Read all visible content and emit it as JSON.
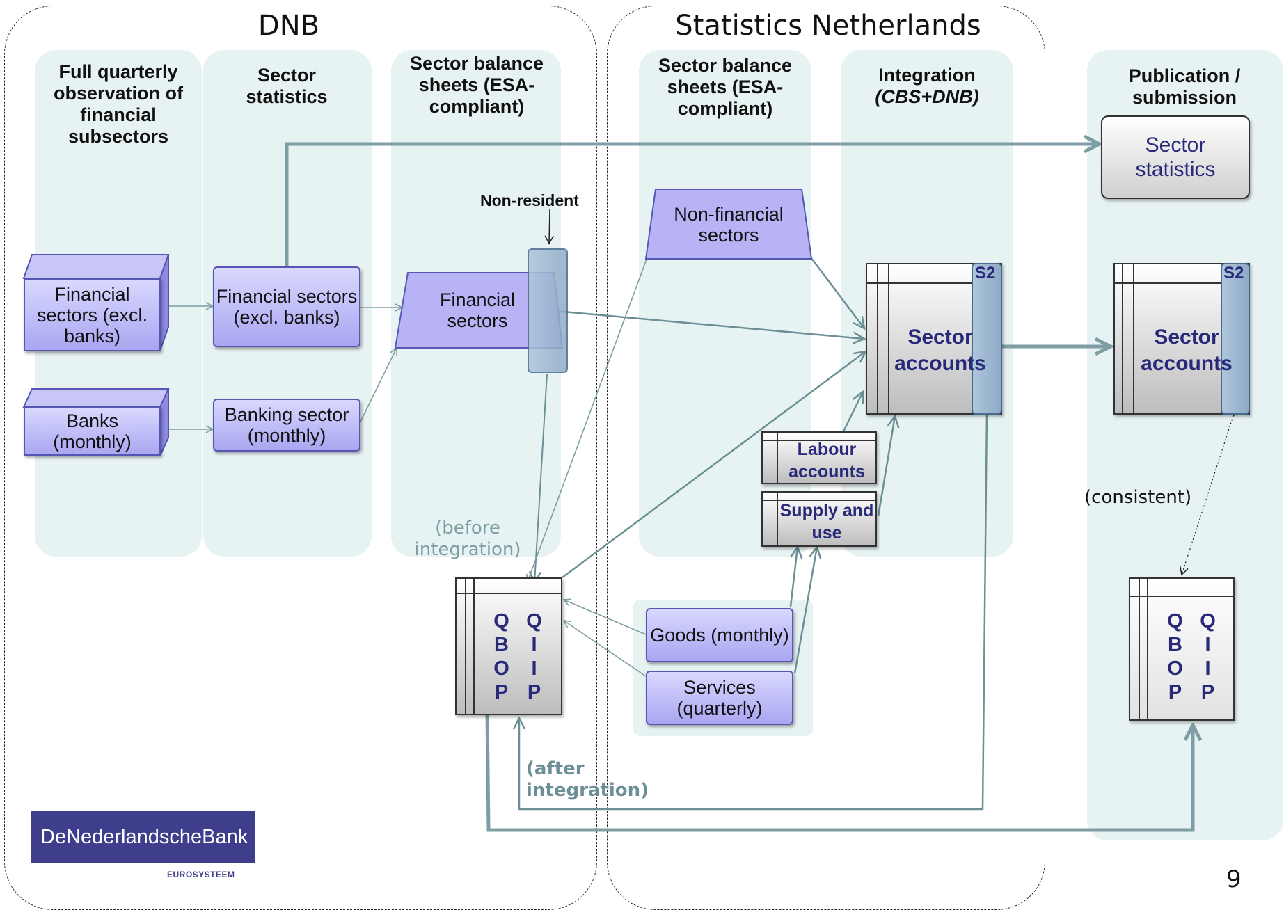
{
  "regions": {
    "dnb": "DNB",
    "statistics_netherlands": "Statistics Netherlands"
  },
  "columns": {
    "full_quarterly": "Full quarterly observation of financial subsectors",
    "sector_statistics": "Sector statistics",
    "sector_balance_sheets_dnb": "Sector balance sheets (ESA-compliant)",
    "sector_balance_sheets_cbs": "Sector balance sheets (ESA-compliant)",
    "integration_line1": "Integration",
    "integration_line2": "(CBS+DNB)",
    "publication": "Publication / submission"
  },
  "boxes": {
    "financial_sectors_excl_banks_source": "Financial sectors (excl. banks)",
    "banks_monthly": "Banks (monthly)",
    "financial_sectors_excl_banks_stats": "Financial sectors (excl. banks)",
    "banking_sector_monthly": "Banking sector (monthly)",
    "financial_sectors": "Financial sectors",
    "non_resident": "Non-resident",
    "non_financial_sectors": "Non-financial sectors",
    "sector_accounts": "Sector accounts",
    "s2": "S2",
    "labour_accounts": "Labour accounts",
    "supply_and_use": "Supply and use",
    "goods_monthly": "Goods (monthly)",
    "services_quarterly": "Services (quarterly)",
    "published_sector_statistics": "Sector statistics",
    "published_sector_accounts": "Sector accounts",
    "published_s2": "S2"
  },
  "qbop_qiip": {
    "left_letters": [
      "Q",
      "B",
      "O",
      "P"
    ],
    "right_letters": [
      "Q",
      "I",
      "I",
      "P"
    ]
  },
  "notes": {
    "before_integration": "(before integration)",
    "after_integration": "(after integration)",
    "consistent": "(consistent)"
  },
  "logo": {
    "name": "DeNederlandscheBank",
    "sub": "EUROSYSTEEM"
  },
  "page_number": "9",
  "colors": {
    "column_fill": "#e7f2f3",
    "arrow_teal": "#7e9ea3",
    "box_purple": "#aaa6f1",
    "navy_text": "#29297a",
    "logo_bg": "#3f3e8c"
  }
}
